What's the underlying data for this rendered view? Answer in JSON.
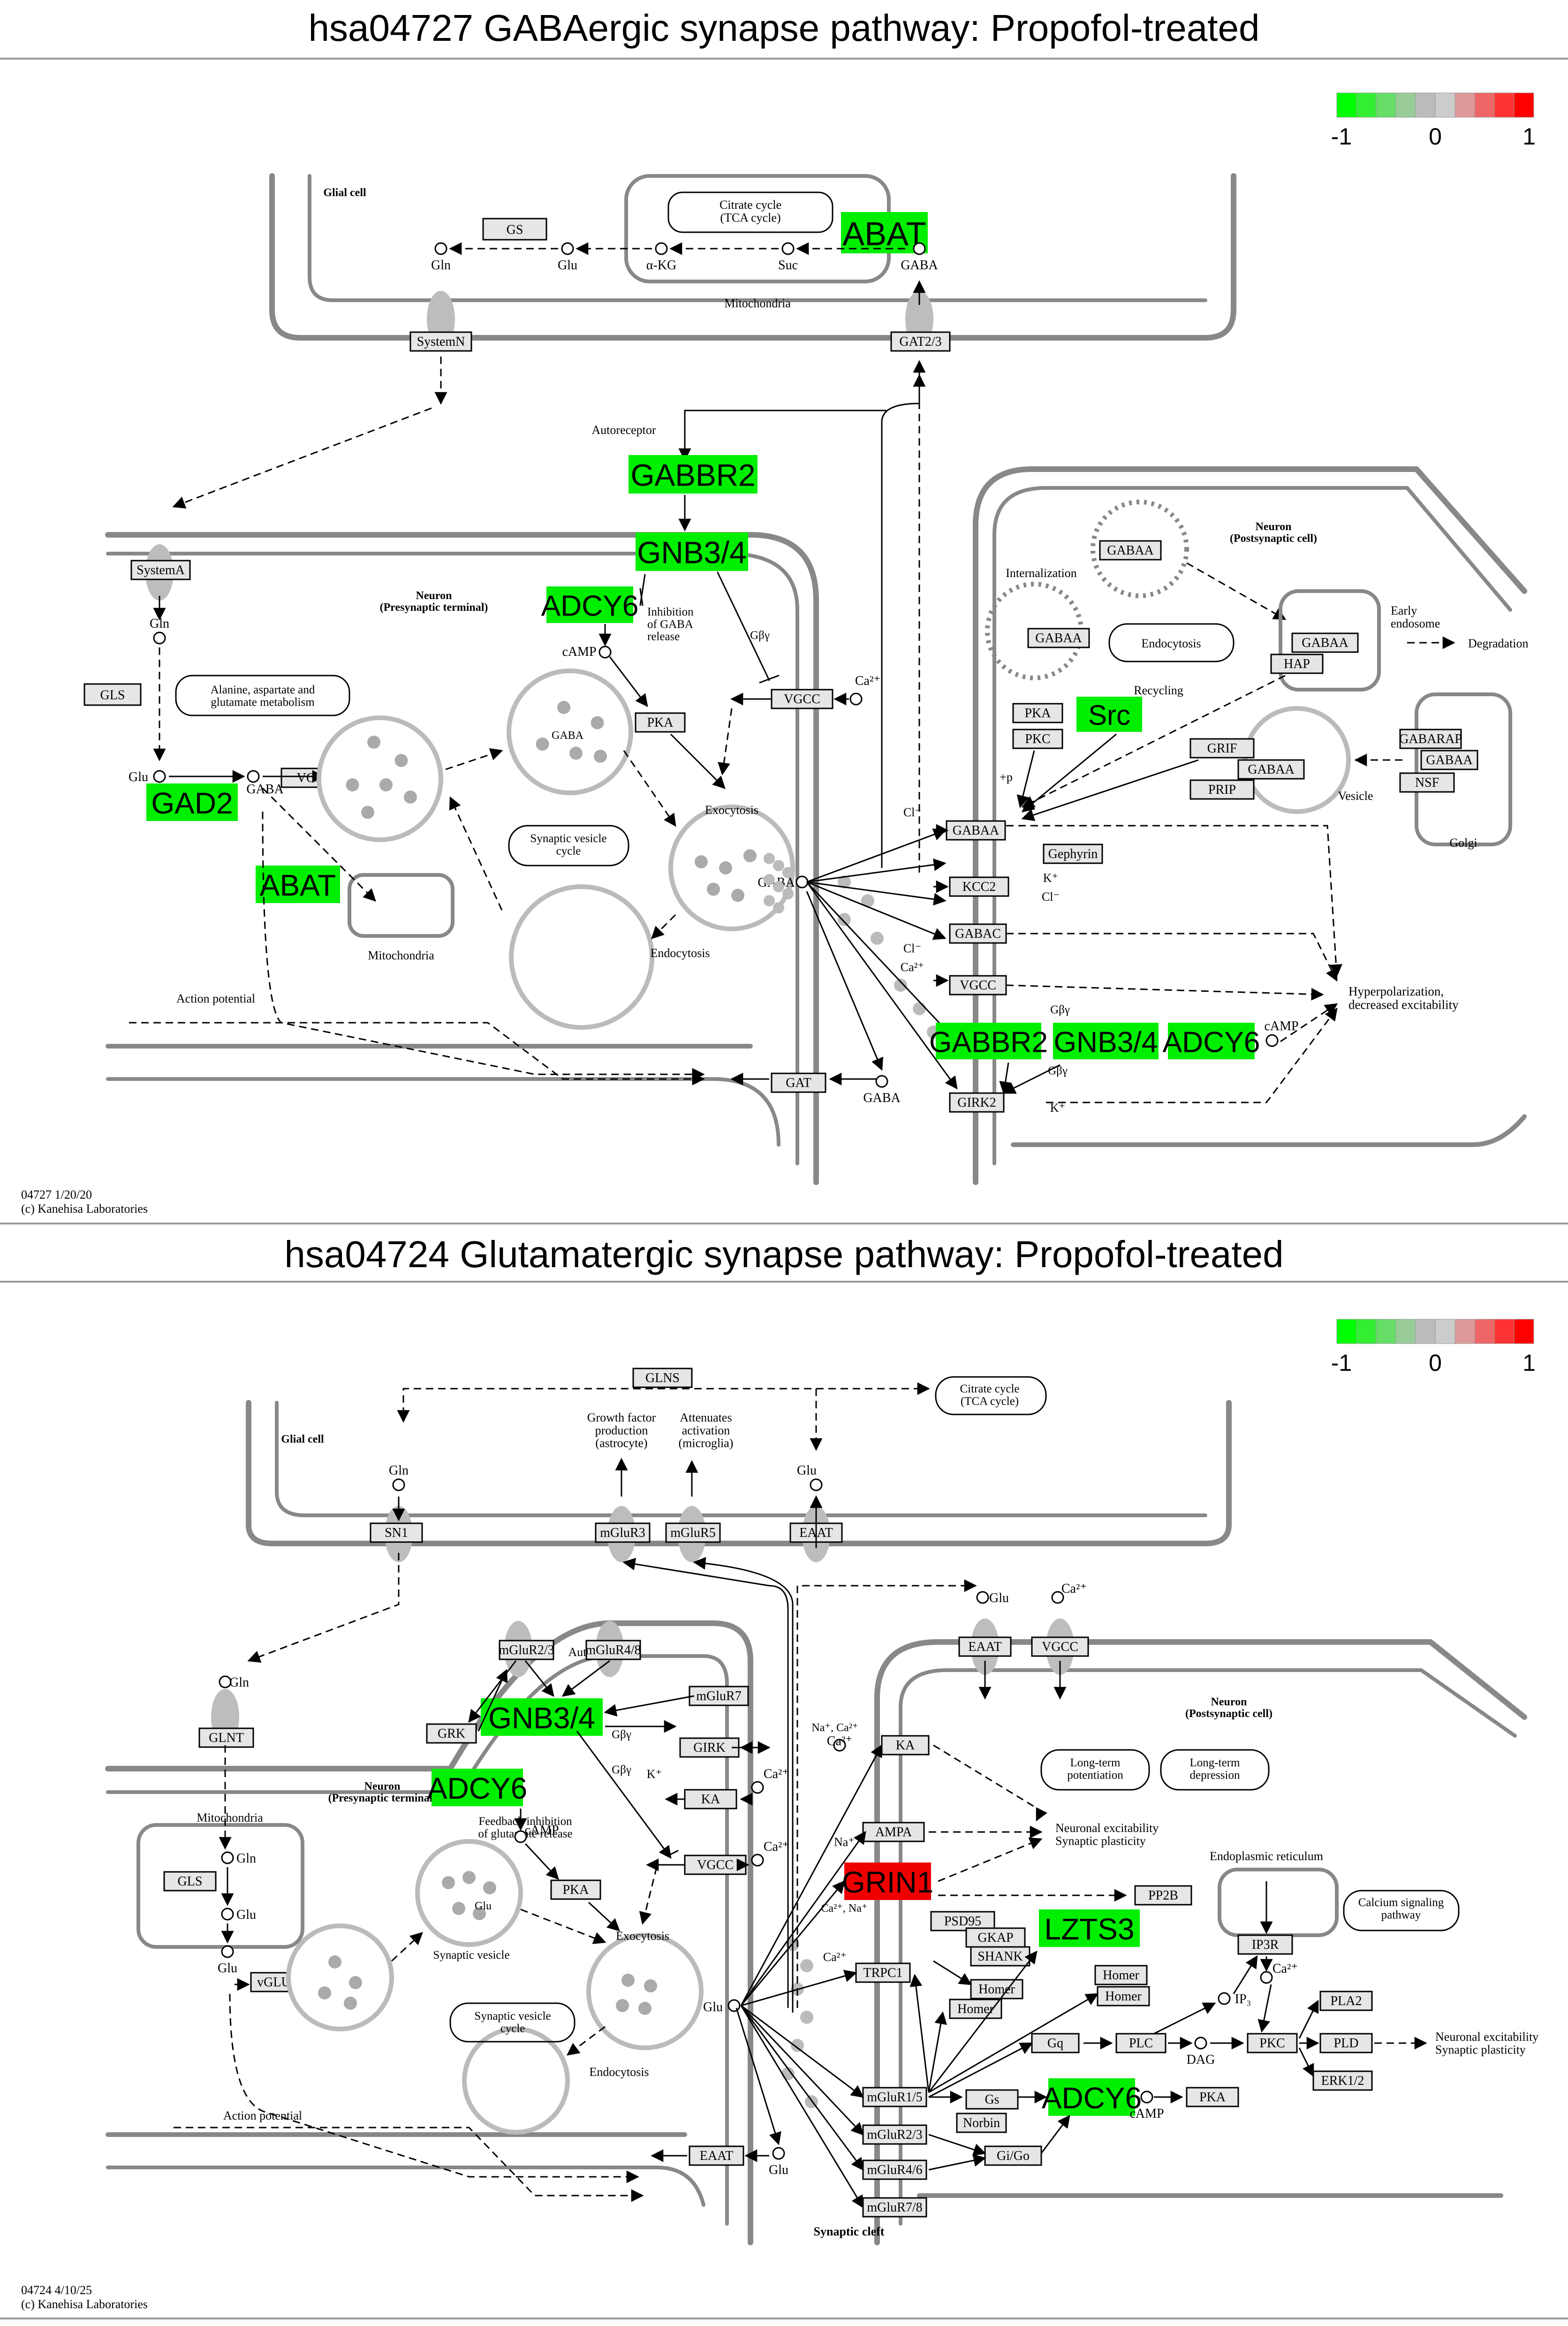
{
  "colors": {
    "down": "#00ee00",
    "up": "#ee0000",
    "neutral": "#e6e6e6",
    "membrane": "#888888",
    "bubble": "#bbbbbb"
  },
  "legend": {
    "ticks": [
      "-1",
      "0",
      "1"
    ],
    "colors": [
      "#00ff00",
      "#33ee33",
      "#66dd66",
      "#99cc99",
      "#bbbbbb",
      "#cccccc",
      "#dd9999",
      "#ee6666",
      "#ff3333",
      "#ff0000"
    ]
  },
  "panel1": {
    "title": "hsa04727 GABAergic synapse pathway: Propofol-treated",
    "footer_id": "04727 1/20/20",
    "footer_copy": "(c) Kanehisa Laboratories",
    "compartments": {
      "glial": "Glial cell",
      "mito_top": "Mitochondria",
      "citrate": [
        "Citrate cycle",
        "(TCA cycle)"
      ],
      "presyn": [
        "Neuron",
        "(Presynaptic terminal)"
      ],
      "postsyn": [
        "Neuron",
        "(Postsynaptic cell)"
      ],
      "aas": [
        "Alanine, aspartate and",
        "glutamate metabolism"
      ],
      "sv_cycle": [
        "Synaptic vesicle",
        "cycle"
      ],
      "mito_pre": "Mitochondria",
      "golgi": "Golgi",
      "endo": "Endocytosis",
      "early": [
        "Early",
        "endosome"
      ],
      "vesicle": "Vesicle"
    },
    "genes": {
      "gs": "GS",
      "systemn": "SystemN",
      "gat23": "GAT2/3",
      "systema": "SystemA",
      "gls": "GLS",
      "vgat": "VGAT",
      "pka_pre": "PKA",
      "vgcc_pre": "VGCC",
      "gat": "GAT",
      "gabaa_int": "GABAA",
      "gabaa_int2": "GABAA",
      "gabaa_early": "GABAA",
      "hap": "HAP",
      "pka_post": "PKA",
      "pkc_post": "PKC",
      "grif": "GRIF",
      "gabaa_v": "GABAA",
      "prip": "PRIP",
      "gabarap": "GABARAP",
      "gabaa_g": "GABAA",
      "nsf": "NSF",
      "gabaa_post": "GABAA",
      "gephyrin": "Gephyrin",
      "kcc2": "KCC2",
      "gabac": "GABAC",
      "vgcc_post": "VGCC",
      "girk2": "GIRK2"
    },
    "highlights": {
      "abat_top": "ABAT",
      "gabbr2_pre": "GABBR2",
      "gnb34_pre": "GNB3/4",
      "adcy6_pre": "ADCY6",
      "gad2": "GAD2",
      "abat_mid": "ABAT",
      "src": "Src",
      "gabbr2_post": "GABBR2",
      "gnb34_post": "GNB3/4",
      "adcy6_post": "ADCY6"
    },
    "compounds": {
      "gln1": "Gln",
      "glu1": "Glu",
      "akg": "α-KG",
      "suc": "Suc",
      "gaba_top": "GABA",
      "gln2": "Gln",
      "glu2": "Glu",
      "gaba_pre": "GABA",
      "camp": "cAMP",
      "ca": "Ca²⁺",
      "gaba_cleft": "GABA",
      "gaba_bottom": "GABA",
      "cl1": "Cl⁻",
      "k1": "K⁺",
      "cl2": "Cl⁻",
      "cl3": "Cl⁻",
      "ca2": "Ca²⁺",
      "k2": "K⁺",
      "camp2": "cAMP"
    },
    "notes": {
      "autoreceptor": "Autoreceptor",
      "inhibition": [
        "Inhibition",
        "of GABA",
        "release"
      ],
      "gbg": "Gβγ",
      "exocytosis": "Exocytosis",
      "endocytosis": "Endocytosis",
      "internalization": "Internalization",
      "recycling": "Recycling",
      "degradation": "Degradation",
      "hyperpol": [
        "Hyperpolarization,",
        "decreased excitability"
      ],
      "action": "Action potential",
      "p": "+p",
      "gbg2": "Gβγ",
      "gbg3": "Gβγ"
    }
  },
  "panel2": {
    "title": "hsa04724 Glutamatergic synapse pathway: Propofol-treated",
    "footer_id": "04724 4/10/25",
    "footer_copy": "(c) Kanehisa Laboratories",
    "compartments": {
      "glial": "Glial cell",
      "citrate": [
        "Citrate cycle",
        "(TCA cycle)"
      ],
      "presyn": [
        "Neuron",
        "(Presynaptic terminal)"
      ],
      "postsyn": [
        "Neuron",
        "(Postsynaptic cell)"
      ],
      "mito": "Mitochondria",
      "sv": "Synaptic vesicle",
      "sv_cycle": [
        "Synaptic vesicle",
        "cycle"
      ],
      "endo": "Endocytosis",
      "ltp": [
        "Long-term",
        "potentiation"
      ],
      "ltd": [
        "Long-term",
        "depression"
      ],
      "er": "Endoplasmic reticulum",
      "calcium": [
        "Calcium signaling",
        "pathway"
      ],
      "cleft": "Synaptic cleft"
    },
    "genes": {
      "glns": "GLNS",
      "sn1": "SN1",
      "mglur3": "mGluR3",
      "mglur5": "mGluR5",
      "eaat_glia": "EAAT",
      "mglur23": "mGluR2/3",
      "mglur48": "mGluR4/8",
      "mglur7": "mGluR7",
      "grk": "GRK",
      "girk": "GIRK",
      "glnt": "GLNT",
      "ka_pre": "KA",
      "vgcc_pre": "VGCC",
      "pka": "PKA",
      "gls": "GLS",
      "vglut": "vGLUT",
      "eaat_bottom": "EAAT",
      "eaat_post": "EAAT",
      "vgcc_post": "VGCC",
      "ka_post": "KA",
      "ampa": "AMPA",
      "psd95": "PSD95",
      "gkap": "GKAP",
      "shank": "SHANK",
      "homer1": "Homer",
      "homer2": "Homer",
      "homer3": "Homer",
      "homer4": "Homer",
      "pp2b": "PP2B",
      "ip3r": "IP3R",
      "trpc1": "TRPC1",
      "gq": "Gq",
      "plc": "PLC",
      "pkc": "PKC",
      "pla2": "PLA2",
      "pld": "PLD",
      "erk": "ERK1/2",
      "mglur15": "mGluR1/5",
      "gs": "Gs",
      "norbin": "Norbin",
      "mglur23p": "mGluR2/3",
      "mglur46": "mGluR4/6",
      "mglur78": "mGluR7/8",
      "gigo": "Gi/Go",
      "pka_post": "PKA"
    },
    "highlights": {
      "gnb34": "GNB3/4",
      "adcy6_pre": "ADCY6",
      "grin1": "GRIN1",
      "lzts3": "LZTS3",
      "adcy6_post": "ADCY6"
    },
    "compounds": {
      "gln_glia": "Gln",
      "glu_glia": "Glu",
      "gln_pre": "Gln",
      "gln2": "Gln",
      "glu2": "Glu",
      "glu3": "Glu",
      "glu_cleft": "Glu",
      "glu_bottom": "Glu",
      "glu_post": "Glu",
      "ca_top": "Ca²⁺",
      "camp": "cAMP",
      "ca1": "Ca²⁺",
      "ca2": "Ca²⁺",
      "k": "K⁺",
      "nak": "Na⁺, Ca²⁺",
      "na": "Na⁺",
      "cana": "Ca²⁺, Na⁺",
      "ca3": "Ca²⁺",
      "ip3": "IP₃",
      "dag": "DAG",
      "ca4": "Ca²⁺",
      "camp2": "cAMP"
    },
    "notes": {
      "growth": [
        "Growth factor",
        "production",
        "(astrocyte)"
      ],
      "attenuates": [
        "Attenuates",
        "activation",
        "(microglia)"
      ],
      "autoreceptors": "Autoreceptors",
      "gbg1": "Gβγ",
      "gbg2": "Gβγ",
      "feedback": [
        "Feedback inhibition",
        "of glutamate release"
      ],
      "exocytosis": "Exocytosis",
      "excit1": [
        "Neuronal excitability",
        "Synaptic plasticity"
      ],
      "excit2": [
        "Neuronal excitability",
        "Synaptic plasticity"
      ],
      "action": "Action potential"
    }
  }
}
